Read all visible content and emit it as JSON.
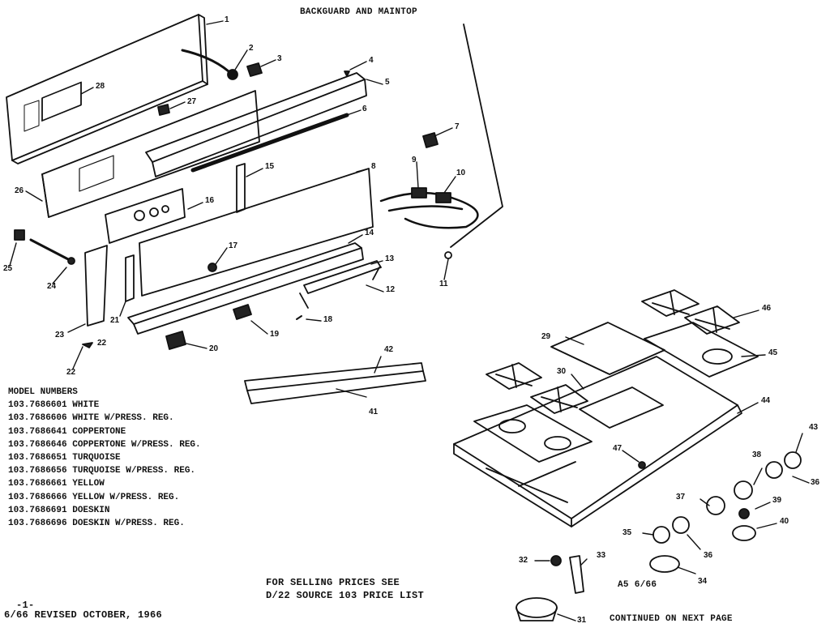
{
  "title": "BACKGUARD AND MAINTOP",
  "models": {
    "header": "MODEL NUMBERS",
    "items": [
      "103.7686601 WHITE",
      "103.7686606 WHITE W/PRESS. REG.",
      "103.7686641 COPPERTONE",
      "103.7686646 COPPERTONE W/PRESS. REG.",
      "103.7686651 TURQUOISE",
      "103.7686656 TURQUOISE W/PRESS. REG.",
      "103.7686661 YELLOW",
      "103.7686666 YELLOW W/PRESS. REG.",
      "103.7686691 DOESKIN",
      "103.7686696 DOESKIN W/PRESS. REG."
    ]
  },
  "footer": {
    "pricing_line1": "FOR SELLING PRICES SEE",
    "pricing_line2": "D/22 SOURCE 103 PRICE LIST",
    "page": "-1-",
    "revised": "6/66 REVISED OCTOBER, 1966",
    "code": "A5  6/66",
    "continued": "CONTINUED ON NEXT PAGE"
  },
  "callout_22_text": "22",
  "part_numbers": [
    "1",
    "2",
    "3",
    "4",
    "5",
    "6",
    "7",
    "8",
    "9",
    "10",
    "11",
    "12",
    "13",
    "14",
    "15",
    "16",
    "17",
    "18",
    "19",
    "20",
    "21",
    "22",
    "23",
    "24",
    "25",
    "26",
    "27",
    "28",
    "29",
    "30",
    "31",
    "32",
    "33",
    "34",
    "35",
    "36",
    "37",
    "38",
    "39",
    "40",
    "41",
    "42",
    "43",
    "44",
    "45",
    "46",
    "47"
  ]
}
